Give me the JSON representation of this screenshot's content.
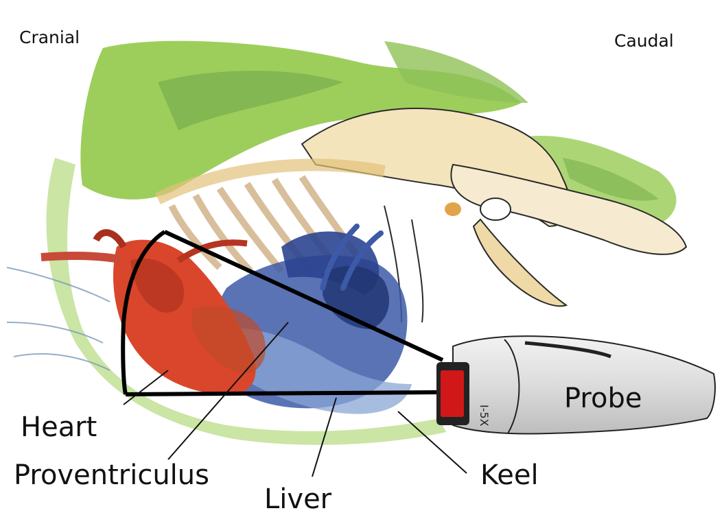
{
  "orientation": {
    "cranial": "Cranial",
    "caudal": "Caudal"
  },
  "labels": {
    "heart": "Heart",
    "proventriculus": "Proventriculus",
    "liver": "Liver",
    "keel": "Keel",
    "probe": "Probe"
  },
  "probe_marking": "I-5X",
  "colors": {
    "muscle": "#8cc63f",
    "bone": "#e8c98a",
    "heart": "#d9462b",
    "liver": "#3d5aa8",
    "proventriculus": "#c04a2a",
    "scan_outline": "#000000",
    "probe_body": "#e6e6e6",
    "probe_head": "#d01818"
  }
}
